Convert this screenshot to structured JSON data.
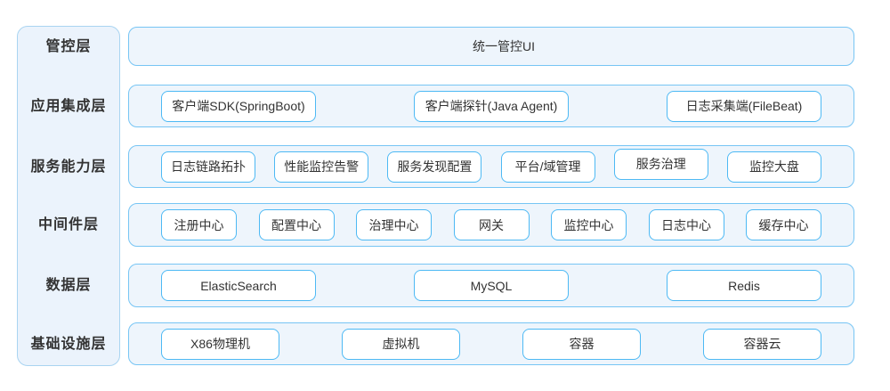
{
  "colors": {
    "sidebar_bg": "#ebf3fc",
    "sidebar_border": "#a9d4f1",
    "row_bg": "#eef5fc",
    "row_border": "#77c5f4",
    "box_bg": "#ffffff",
    "box_border": "#4db9f4",
    "text": "#333333"
  },
  "sidebar": {
    "layers": [
      "管控层",
      "应用集成层",
      "服务能力层",
      "中间件层",
      "数据层",
      "基础设施层"
    ]
  },
  "rows": [
    {
      "layer": "管控层",
      "items": [
        "统一管控UI"
      ]
    },
    {
      "layer": "应用集成层",
      "items": [
        "客户端SDK(SpringBoot)",
        "客户端探针(Java Agent)",
        "日志采集端(FileBeat)"
      ]
    },
    {
      "layer": "服务能力层",
      "items": [
        "日志链路拓扑",
        "性能监控告警",
        "服务发现配置",
        "平台/域管理",
        "服务治理",
        "监控大盘"
      ]
    },
    {
      "layer": "中间件层",
      "items": [
        "注册中心",
        "配置中心",
        "治理中心",
        "网关",
        "监控中心",
        "日志中心",
        "缓存中心"
      ]
    },
    {
      "layer": "数据层",
      "items": [
        "ElasticSearch",
        "MySQL",
        "Redis"
      ]
    },
    {
      "layer": "基础设施层",
      "items": [
        "X86物理机",
        "虚拟机",
        "容器",
        "容器云"
      ]
    }
  ]
}
